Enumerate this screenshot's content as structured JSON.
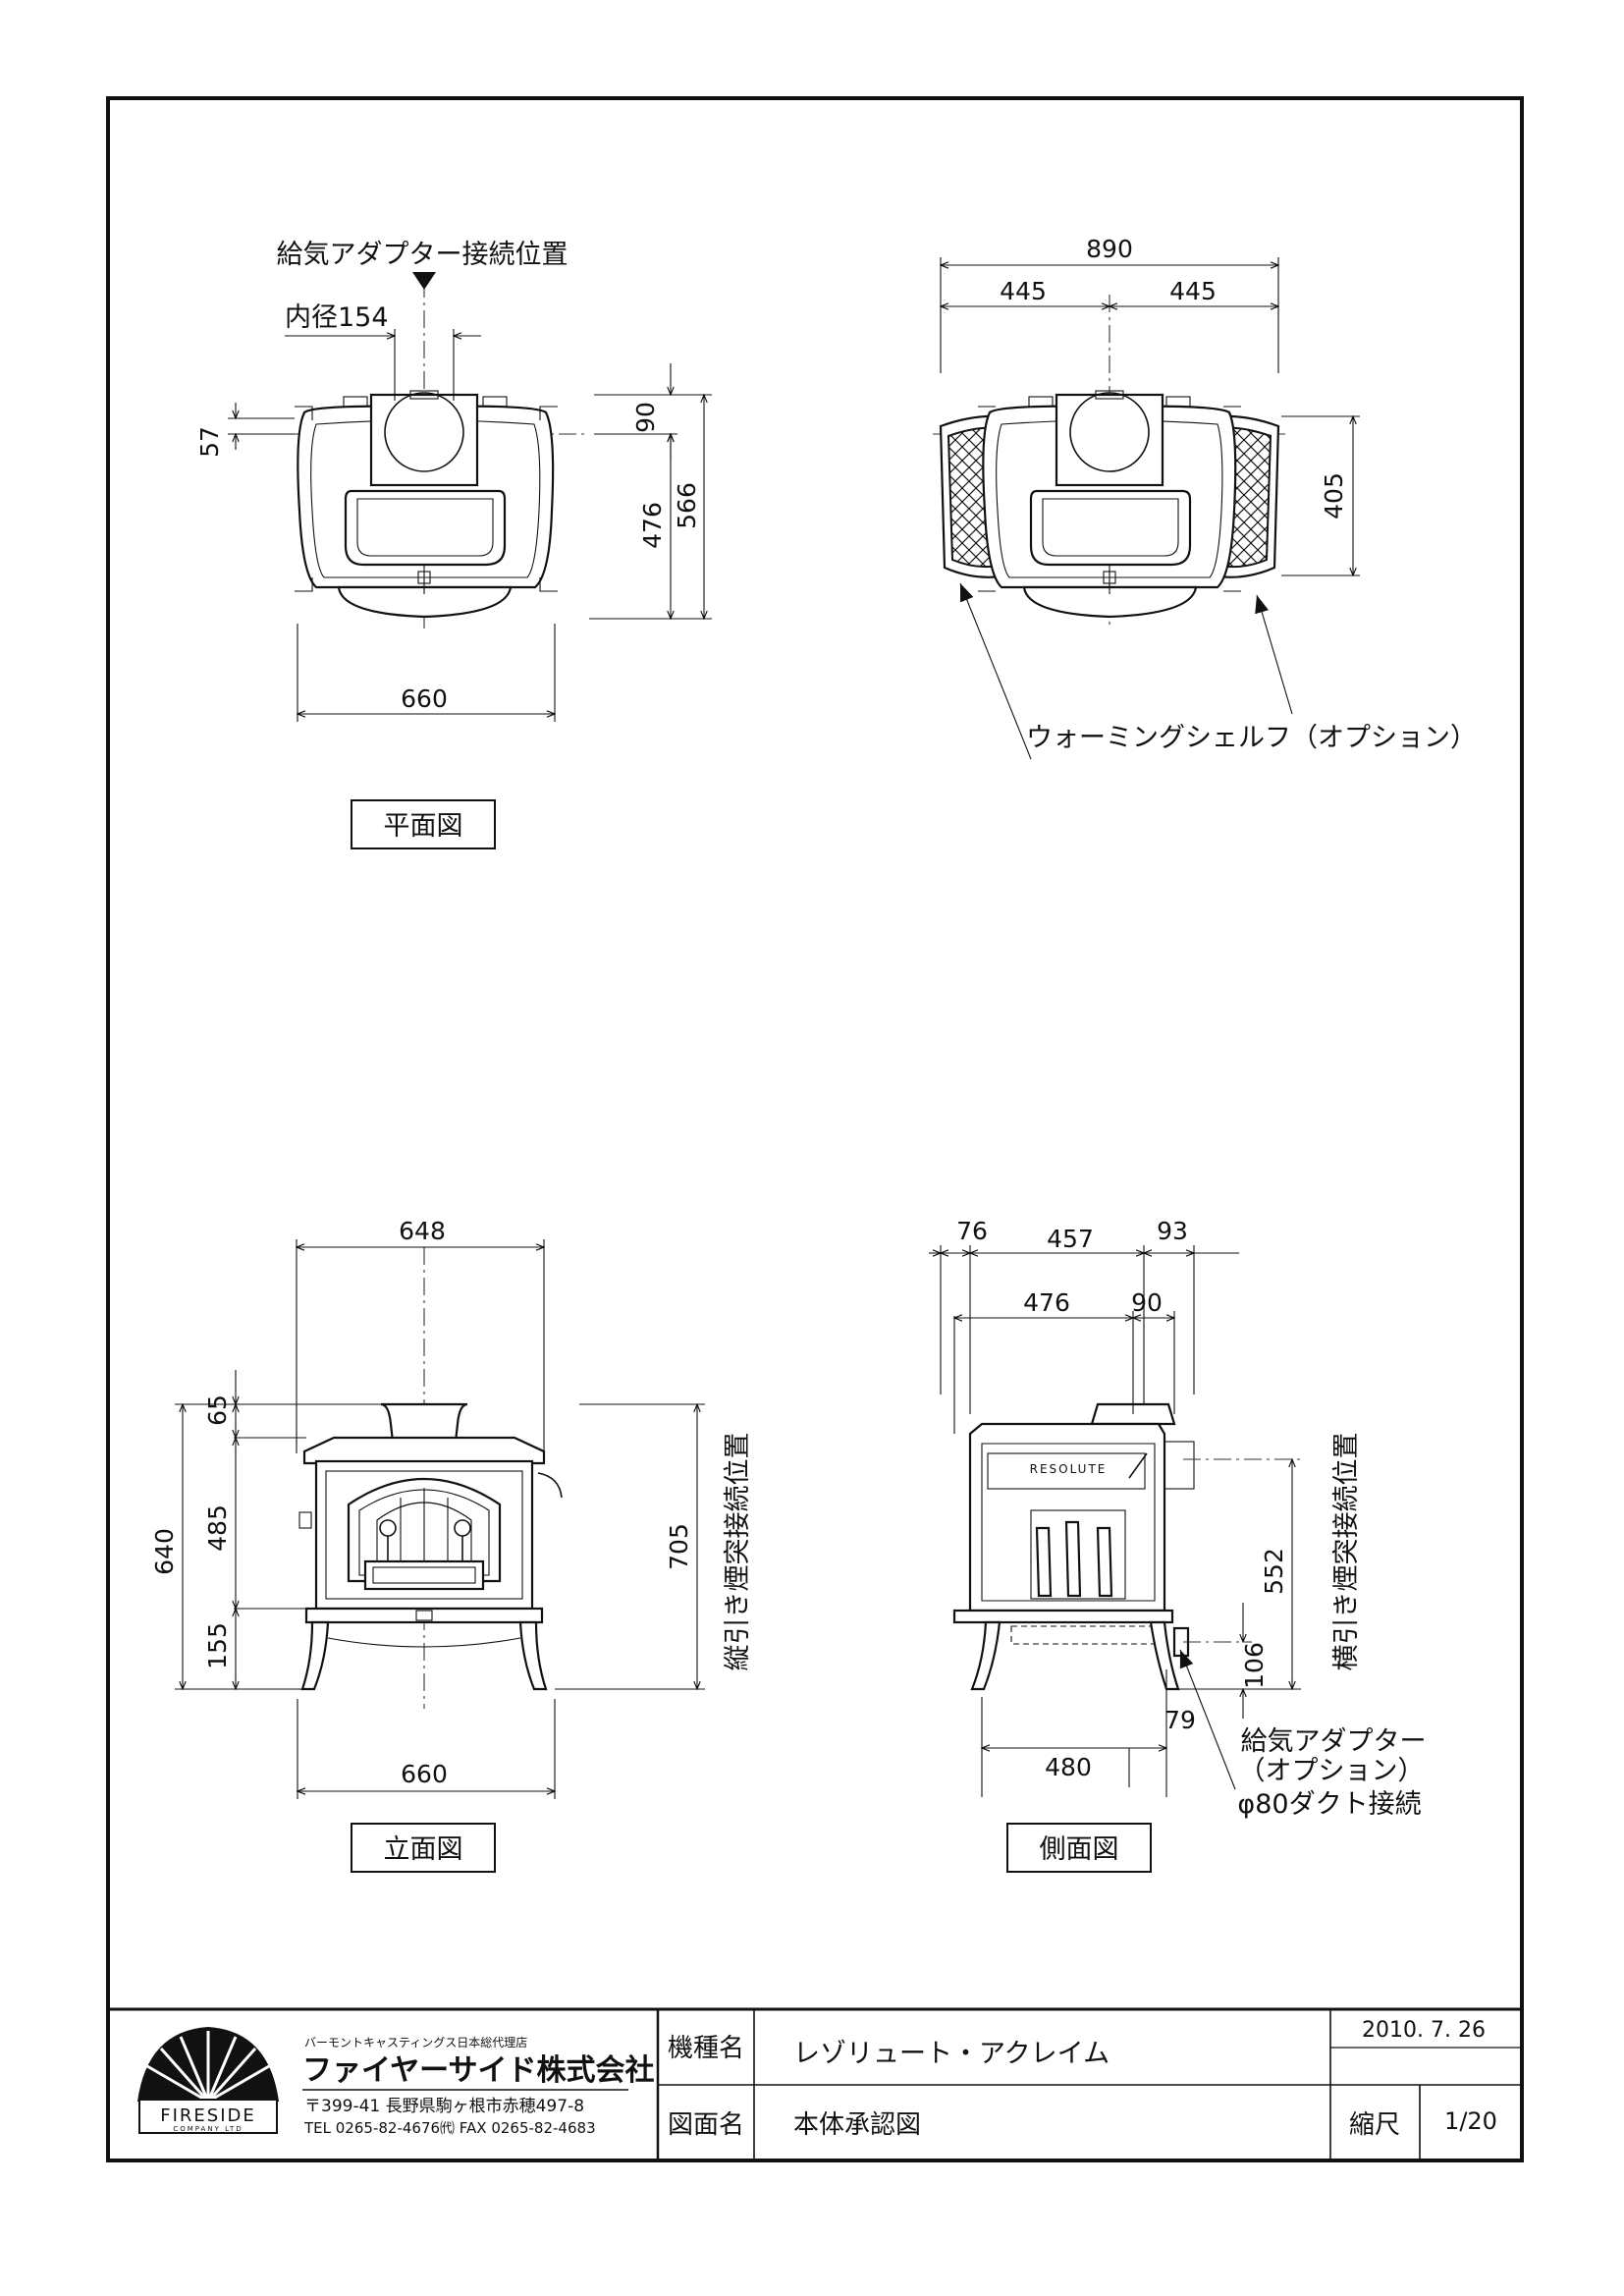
{
  "plan_view": {
    "title": "平面図",
    "inlet_label": "給気アダプター接続位置",
    "inner_diameter": "内径154",
    "dims": {
      "d57": "57",
      "d90": "90",
      "d476": "476",
      "d566": "566",
      "d660": "660"
    }
  },
  "shelf_view": {
    "dims": {
      "d890": "890",
      "d445a": "445",
      "d445b": "445",
      "d405": "405"
    },
    "shelf_label": "ウォーミングシェルフ（オプション）"
  },
  "front_view": {
    "title": "立面図",
    "dims": {
      "d648": "648",
      "d65": "65",
      "d485": "485",
      "d640": "640",
      "d155": "155",
      "d705": "705",
      "d660": "660"
    },
    "flue_label": "縦引き煙突接続位置"
  },
  "side_view": {
    "title": "側面図",
    "dims": {
      "d76": "76",
      "d457": "457",
      "d93": "93",
      "d476": "476",
      "d90": "90",
      "d552": "552",
      "d106": "106",
      "d79": "79",
      "d480": "480"
    },
    "flue_label": "横引き煙突接続位置",
    "inlet_label_1": "給気アダプター",
    "inlet_label_2": "（オプション）",
    "inlet_label_3": "φ80ダクト接続",
    "brand_plate": "RESOLUTE"
  },
  "title_block": {
    "company_sub": "バーモントキャスティングス日本総代理店",
    "company_name": "ファイヤーサイド株式会社",
    "address": "〒399-41 長野県駒ヶ根市赤穂497-8",
    "phone": "TEL 0265-82-4676㈹  FAX 0265-82-4683",
    "logo_text": "FIRESIDE",
    "logo_sub": "COMPANY LTD",
    "model_label": "機種名",
    "model_value": "レゾリュート・アクレイム",
    "drawing_label": "図面名",
    "drawing_value": "本体承認図",
    "date": "2010. 7. 26",
    "scale_label": "縮尺",
    "scale_value": "1/20"
  }
}
